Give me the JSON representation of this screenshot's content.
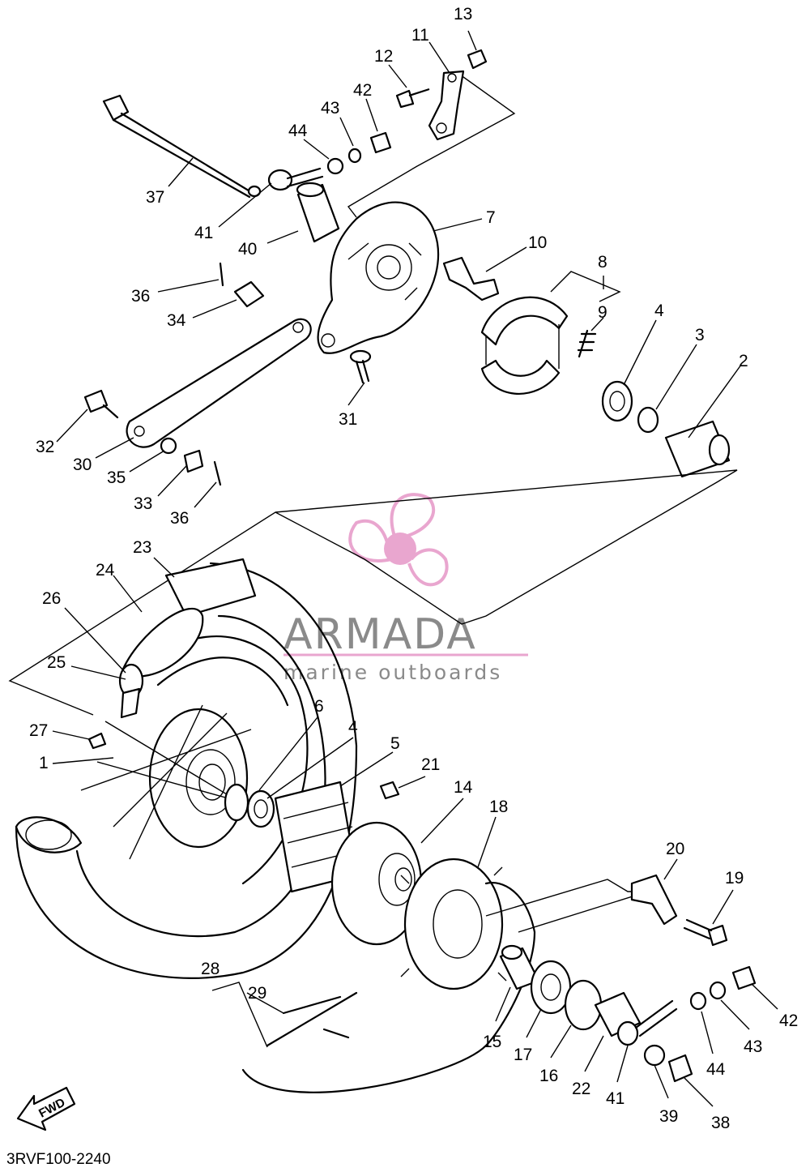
{
  "diagram_code": "3RVF100-2240",
  "watermark": {
    "brand": "ARMADA",
    "tagline": "marine outboards",
    "accent_color": "#e9a6cf",
    "icon": "propeller-icon"
  },
  "fwd_label": "FWD",
  "callouts": [
    {
      "id": "13",
      "label": "13"
    },
    {
      "id": "11",
      "label": "11"
    },
    {
      "id": "12",
      "label": "12"
    },
    {
      "id": "42a",
      "label": "42"
    },
    {
      "id": "43a",
      "label": "43"
    },
    {
      "id": "44a",
      "label": "44"
    },
    {
      "id": "37",
      "label": "37"
    },
    {
      "id": "41a",
      "label": "41"
    },
    {
      "id": "40",
      "label": "40"
    },
    {
      "id": "7",
      "label": "7"
    },
    {
      "id": "10",
      "label": "10"
    },
    {
      "id": "8",
      "label": "8"
    },
    {
      "id": "9",
      "label": "9"
    },
    {
      "id": "4a",
      "label": "4"
    },
    {
      "id": "3",
      "label": "3"
    },
    {
      "id": "2",
      "label": "2"
    },
    {
      "id": "36a",
      "label": "36"
    },
    {
      "id": "34",
      "label": "34"
    },
    {
      "id": "31",
      "label": "31"
    },
    {
      "id": "32",
      "label": "32"
    },
    {
      "id": "30",
      "label": "30"
    },
    {
      "id": "35",
      "label": "35"
    },
    {
      "id": "33",
      "label": "33"
    },
    {
      "id": "36b",
      "label": "36"
    },
    {
      "id": "23",
      "label": "23"
    },
    {
      "id": "24",
      "label": "24"
    },
    {
      "id": "26",
      "label": "26"
    },
    {
      "id": "25",
      "label": "25"
    },
    {
      "id": "27",
      "label": "27"
    },
    {
      "id": "1",
      "label": "1"
    },
    {
      "id": "6",
      "label": "6"
    },
    {
      "id": "4b",
      "label": "4"
    },
    {
      "id": "5",
      "label": "5"
    },
    {
      "id": "21",
      "label": "21"
    },
    {
      "id": "14",
      "label": "14"
    },
    {
      "id": "18",
      "label": "18"
    },
    {
      "id": "20",
      "label": "20"
    },
    {
      "id": "19",
      "label": "19"
    },
    {
      "id": "28",
      "label": "28"
    },
    {
      "id": "29",
      "label": "29"
    },
    {
      "id": "15",
      "label": "15"
    },
    {
      "id": "17",
      "label": "17"
    },
    {
      "id": "16",
      "label": "16"
    },
    {
      "id": "22",
      "label": "22"
    },
    {
      "id": "41b",
      "label": "41"
    },
    {
      "id": "39",
      "label": "39"
    },
    {
      "id": "38",
      "label": "38"
    },
    {
      "id": "44b",
      "label": "44"
    },
    {
      "id": "43b",
      "label": "43"
    },
    {
      "id": "42b",
      "label": "42"
    }
  ]
}
